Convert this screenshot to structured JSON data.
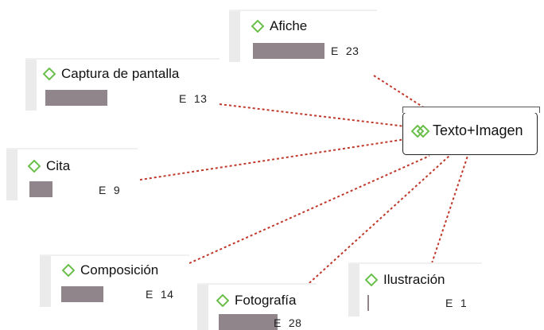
{
  "diagram": {
    "central": {
      "label": "Texto+Imagen",
      "icon": "double-diamond-icon"
    },
    "connector_color": "#c0392b",
    "diamond_color": "#6abf4b",
    "bar_color": "#8f858b",
    "nodes": [
      {
        "id": "afiche",
        "label": "Afiche",
        "prefix": "E",
        "count": "23",
        "icon": "diamond-icon"
      },
      {
        "id": "captura",
        "label": "Captura de pantalla",
        "prefix": "E",
        "count": "13",
        "icon": "diamond-icon"
      },
      {
        "id": "cita",
        "label": "Cita",
        "prefix": "E",
        "count": "9",
        "icon": "diamond-icon"
      },
      {
        "id": "composicion",
        "label": "Composición",
        "prefix": "E",
        "count": "14",
        "icon": "diamond-icon"
      },
      {
        "id": "fotografia",
        "label": "Fotografía",
        "prefix": "E",
        "count": "28",
        "icon": "diamond-icon"
      },
      {
        "id": "ilustracion",
        "label": "Ilustración",
        "prefix": "E",
        "count": "1",
        "icon": "diamond-icon"
      }
    ]
  }
}
